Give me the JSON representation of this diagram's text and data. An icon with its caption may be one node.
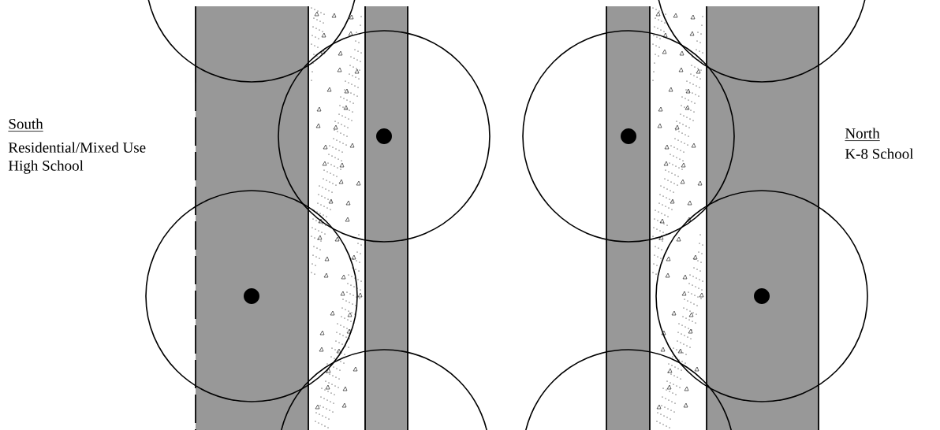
{
  "diagram": {
    "labels": [
      "South",
      "Residential/Mixed Use",
      "High School",
      "North",
      "K-8 School"
    ]
  }
}
